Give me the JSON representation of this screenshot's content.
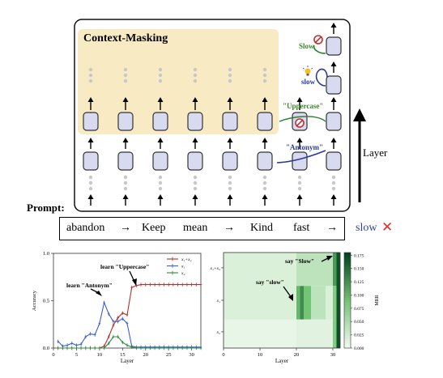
{
  "diagram": {
    "title": "Context-Masking",
    "annotations": {
      "slow_top": "Slow",
      "slow_mid": "slow",
      "uppercase": "\"Uppercase\"",
      "antonym": "\"Antonym\""
    },
    "layer_axis": "Layer"
  },
  "prompt": {
    "label": "Prompt:",
    "tokens": [
      "abandon",
      "→",
      "Keep",
      "mean",
      "→",
      "Kind",
      "fast",
      "→"
    ],
    "output_word": "slow",
    "output_mark": "✕"
  },
  "colors": {
    "highlight": "#f8ebc4",
    "node_fill": "#d8daf0",
    "node_stroke": "#333333",
    "green_annot": "#3a8a2a",
    "blue_annot": "#2a3a9a",
    "red_uppercase": "#b03030",
    "wrong_mark": "#e03030"
  },
  "chart_data": [
    {
      "type": "line",
      "xlabel": "Layer",
      "ylabel": "Accuracy",
      "xlim": [
        0,
        32
      ],
      "ylim": [
        0,
        1.0
      ],
      "xticks": [
        0,
        5,
        10,
        15,
        20,
        25,
        30
      ],
      "yticks": [
        0.0,
        0.5,
        1.0
      ],
      "yticklabels": [
        "0.0",
        "0.5",
        "1.0"
      ],
      "annotations": [
        "learn \"Uppercase\"",
        "learn \"Antonym\""
      ],
      "legend": "top-right",
      "x": [
        1,
        2,
        3,
        4,
        5,
        6,
        7,
        8,
        9,
        10,
        11,
        12,
        13,
        14,
        15,
        16,
        17,
        18,
        19,
        20,
        21,
        22,
        23,
        24,
        25,
        26,
        27,
        28,
        29,
        30,
        31,
        32
      ],
      "series": [
        {
          "name": "x1+x2",
          "color": "#b03030",
          "values": [
            0.0,
            0.0,
            0.0,
            0.0,
            0.0,
            0.0,
            0.0,
            0.0,
            0.0,
            0.0,
            0.02,
            0.12,
            0.24,
            0.32,
            0.37,
            0.35,
            0.64,
            0.66,
            0.67,
            0.67,
            0.67,
            0.67,
            0.67,
            0.67,
            0.67,
            0.67,
            0.67,
            0.67,
            0.67,
            0.67,
            0.67,
            0.67
          ]
        },
        {
          "name": "x1",
          "color": "#3a5fcd",
          "values": [
            0.07,
            0.02,
            0.03,
            0.05,
            0.03,
            0.04,
            0.12,
            0.15,
            0.14,
            0.26,
            0.48,
            0.36,
            0.28,
            0.28,
            0.31,
            0.26,
            0.02,
            0.01,
            0.01,
            0.01,
            0.01,
            0.01,
            0.01,
            0.01,
            0.01,
            0.01,
            0.01,
            0.01,
            0.01,
            0.01,
            0.01,
            0.01
          ]
        },
        {
          "name": "x2",
          "color": "#2e8b3a",
          "values": [
            0.0,
            0.0,
            0.0,
            0.0,
            0.0,
            0.0,
            0.0,
            0.0,
            0.0,
            0.0,
            0.0,
            0.05,
            0.12,
            0.12,
            0.06,
            0.03,
            0.01,
            0.0,
            0.0,
            0.0,
            0.0,
            0.0,
            0.0,
            0.0,
            0.0,
            0.0,
            0.0,
            0.0,
            0.0,
            0.0,
            0.0,
            0.0
          ]
        }
      ]
    },
    {
      "type": "heatmap",
      "xlabel": "Layer",
      "ylabel": "",
      "colorbar_label": "MRR",
      "xticks": [
        0,
        10,
        20,
        30
      ],
      "yticklabels": [
        "x1+x2",
        "x1",
        "x2"
      ],
      "colorbar_ticks": [
        "0.000",
        "0.025",
        "0.050",
        "0.075",
        "0.100",
        "0.125",
        "0.150",
        "0.175"
      ],
      "annotations": [
        "say \"Slow\"",
        "say \"slow\""
      ],
      "x_range": [
        0,
        32
      ],
      "vmax": 0.18,
      "cells": [
        {
          "x0": 0,
          "x1": 20,
          "y0": 0,
          "y1": 1,
          "v": 0.02
        },
        {
          "x0": 20,
          "x1": 31,
          "y0": 0,
          "y1": 0.35,
          "v": 0.04
        },
        {
          "x0": 30,
          "x1": 31,
          "y0": 0,
          "y1": 0.35,
          "v": 0.12
        },
        {
          "x0": 31,
          "x1": 32,
          "y0": 0,
          "y1": 1,
          "v": 0.17
        },
        {
          "x0": 20,
          "x1": 21,
          "y0": 0.35,
          "y1": 0.7,
          "v": 0.1
        },
        {
          "x0": 21,
          "x1": 22,
          "y0": 0.35,
          "y1": 0.7,
          "v": 0.13
        },
        {
          "x0": 22,
          "x1": 24,
          "y0": 0.35,
          "y1": 0.7,
          "v": 0.09
        },
        {
          "x0": 24,
          "x1": 28,
          "y0": 0.35,
          "y1": 0.7,
          "v": 0.04
        },
        {
          "x0": 28,
          "x1": 31,
          "y0": 0.35,
          "y1": 0.7,
          "v": 0.02
        },
        {
          "x0": 30,
          "x1": 31,
          "y0": 0.35,
          "y1": 1.0,
          "v": 0.08
        },
        {
          "x0": 0,
          "x1": 20,
          "y0": 0.7,
          "y1": 1,
          "v": 0.01
        }
      ]
    }
  ]
}
